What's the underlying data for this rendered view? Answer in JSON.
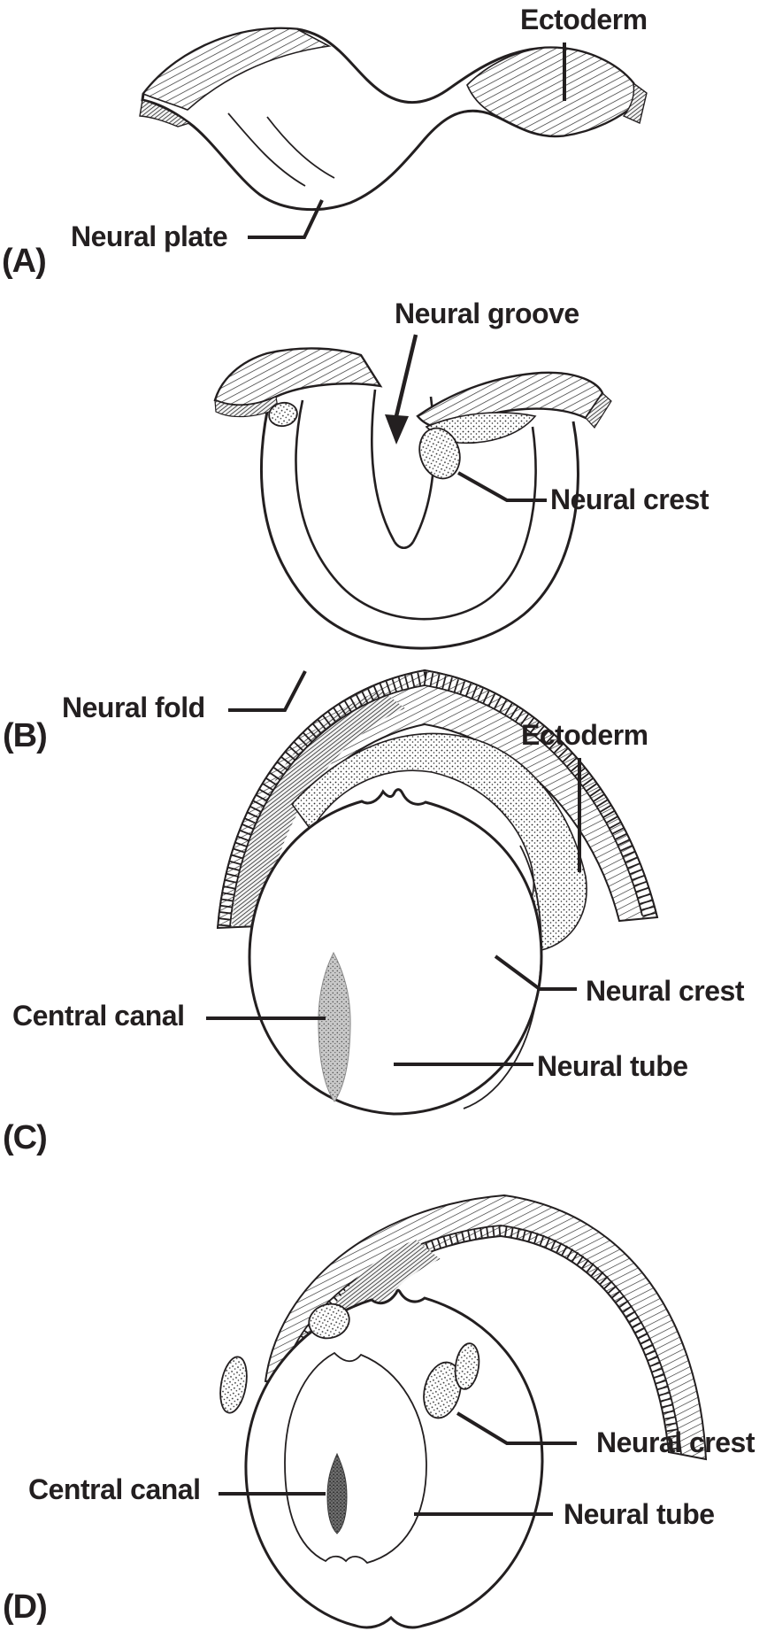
{
  "figure": {
    "ink_color": "#231f20",
    "background_color": "#ffffff"
  },
  "panels": {
    "a": {
      "marker": "(A)",
      "ectoderm": "Ectoderm",
      "neural_plate": "Neural plate"
    },
    "b": {
      "marker": "(B)",
      "neural_groove": "Neural groove",
      "neural_crest": "Neural crest",
      "neural_fold": "Neural fold"
    },
    "c": {
      "marker": "(C)",
      "ectoderm": "Ectoderm",
      "central_canal": "Central canal",
      "neural_crest": "Neural crest",
      "neural_tube": "Neural tube"
    },
    "d": {
      "marker": "(D)",
      "central_canal": "Central canal",
      "neural_crest": "Neural crest",
      "neural_tube": "Neural tube"
    }
  }
}
